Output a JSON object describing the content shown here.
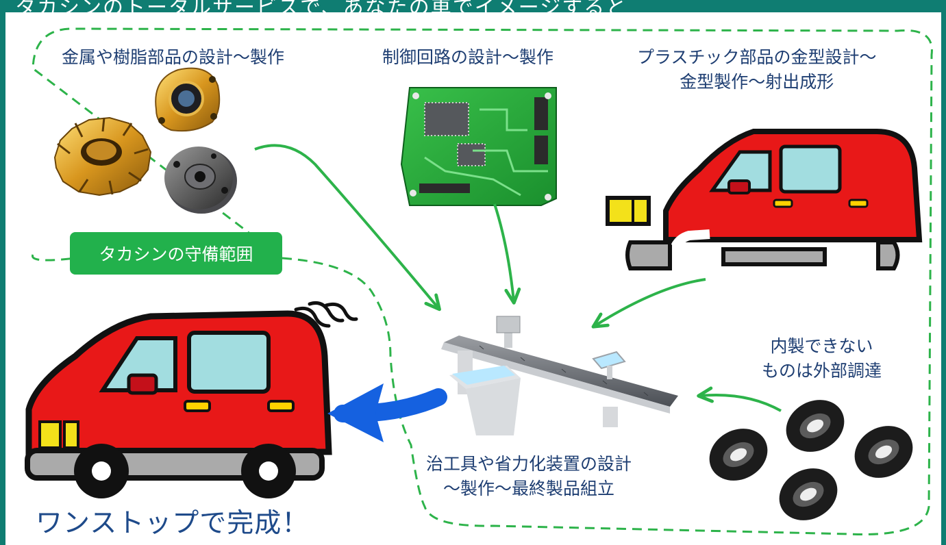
{
  "header": {
    "text": "タカシンのトータルサービスで、あなたの車でイメージすると"
  },
  "scope_badge": {
    "label": "タカシンの守備範囲"
  },
  "sections": {
    "metal_parts": {
      "label": "金属や樹脂部品の設計〜製作"
    },
    "control_circuit": {
      "label": "制御回路の設計〜製作"
    },
    "plastic_mold": {
      "line1": "プラスチック部品の金型設計〜",
      "line2": "金型製作〜射出成形"
    },
    "outsourcing": {
      "line1": "内製できない",
      "line2": "ものは外部調達"
    },
    "assembly": {
      "line1": "治工具や省力化装置の設計",
      "line2": "〜製作〜最終製品組立"
    }
  },
  "result": {
    "label": "ワンストップで完成！"
  },
  "colors": {
    "frame": "#0f7d72",
    "badge": "#22b14c",
    "arrow_green": "#2db34a",
    "arrow_blue": "#1561e0",
    "car_red": "#e81818",
    "text_navy": "#1e3e72"
  },
  "icons": [
    "gear-icon",
    "flange-icon",
    "pulley-icon",
    "circuit-board-icon",
    "car-body-icon",
    "tire-icon",
    "conveyor-icon",
    "car-icon",
    "motion-lines-icon"
  ]
}
